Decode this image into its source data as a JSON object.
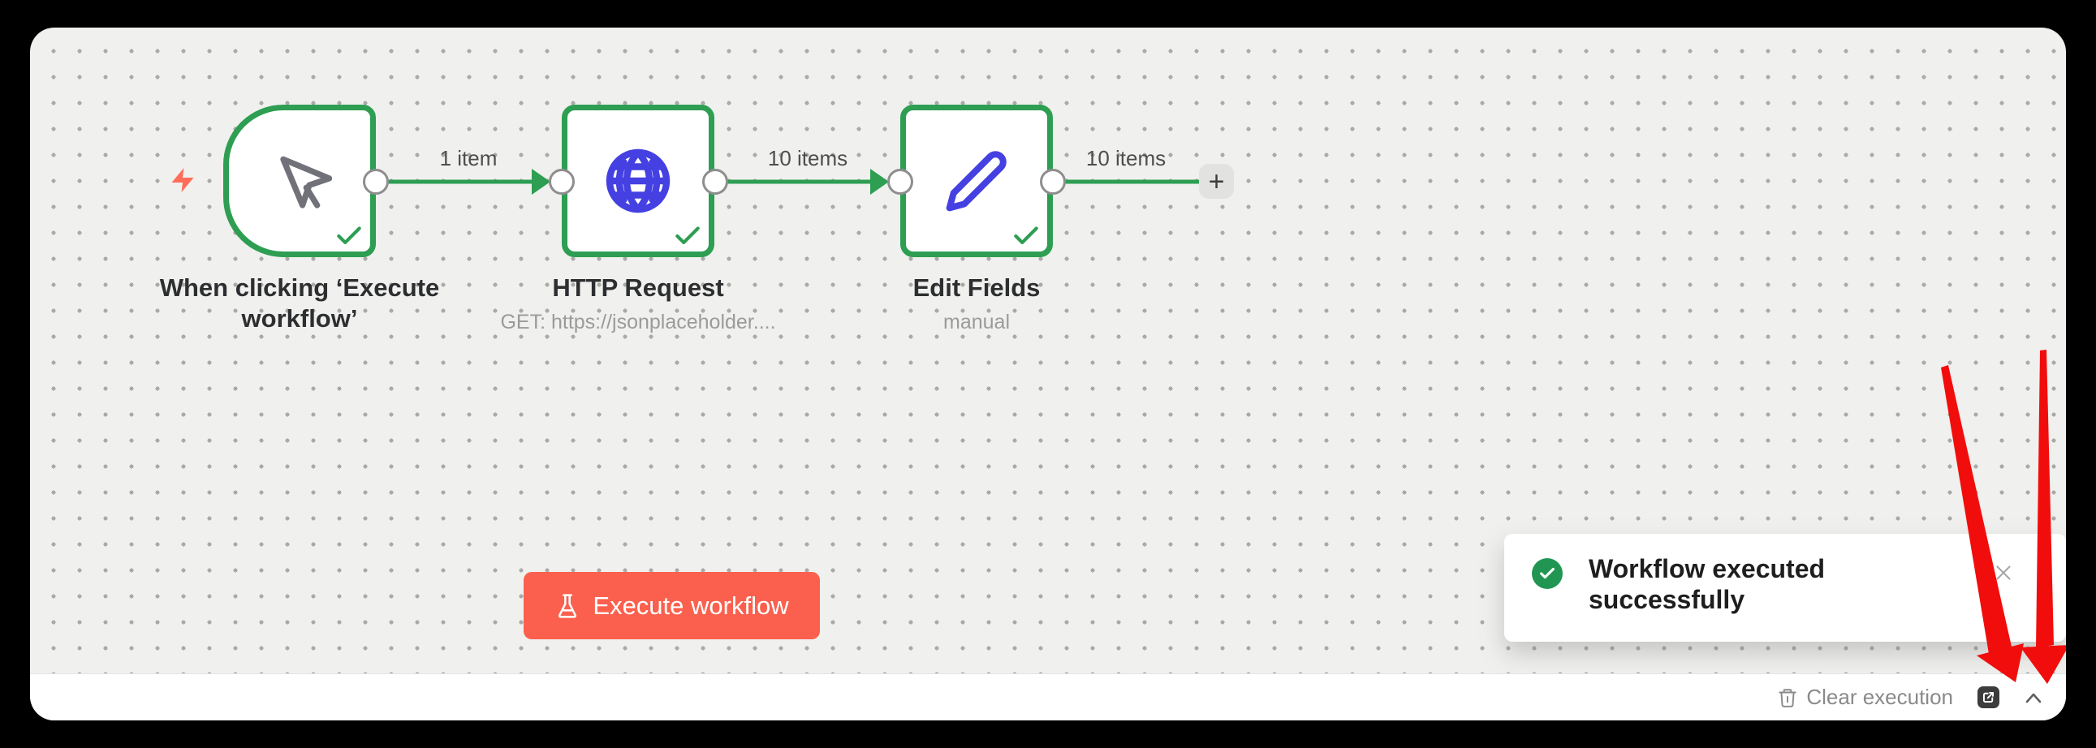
{
  "canvas": {
    "nodes": [
      {
        "type": "manual-trigger",
        "title": "When clicking ‘Execute workflow’",
        "subtitle": "",
        "status": "success",
        "icon": "mouse-pointer-icon"
      },
      {
        "type": "http-request",
        "title": "HTTP Request",
        "subtitle": "GET: https://jsonplaceholder....",
        "status": "success",
        "icon": "globe-icon"
      },
      {
        "type": "edit-fields",
        "title": "Edit Fields",
        "subtitle": "manual",
        "status": "success",
        "icon": "pencil-icon"
      }
    ],
    "connections": [
      {
        "label": "1 item"
      },
      {
        "label": "10 items"
      },
      {
        "label": "10 items"
      }
    ],
    "add_node_label": "+"
  },
  "execute_button": {
    "label": "Execute workflow",
    "icon": "flask-icon"
  },
  "toast": {
    "message": "Workflow executed successfully",
    "icon": "success-check-icon"
  },
  "footer": {
    "clear_execution_label": "Clear execution"
  },
  "colors": {
    "success_green": "#2d9e52",
    "toast_green": "#219653",
    "accent_coral": "#fb604e",
    "node_icon_blue": "#4540e2",
    "annotation_red": "#f20d0d",
    "canvas_bg": "#f0f0ee"
  }
}
